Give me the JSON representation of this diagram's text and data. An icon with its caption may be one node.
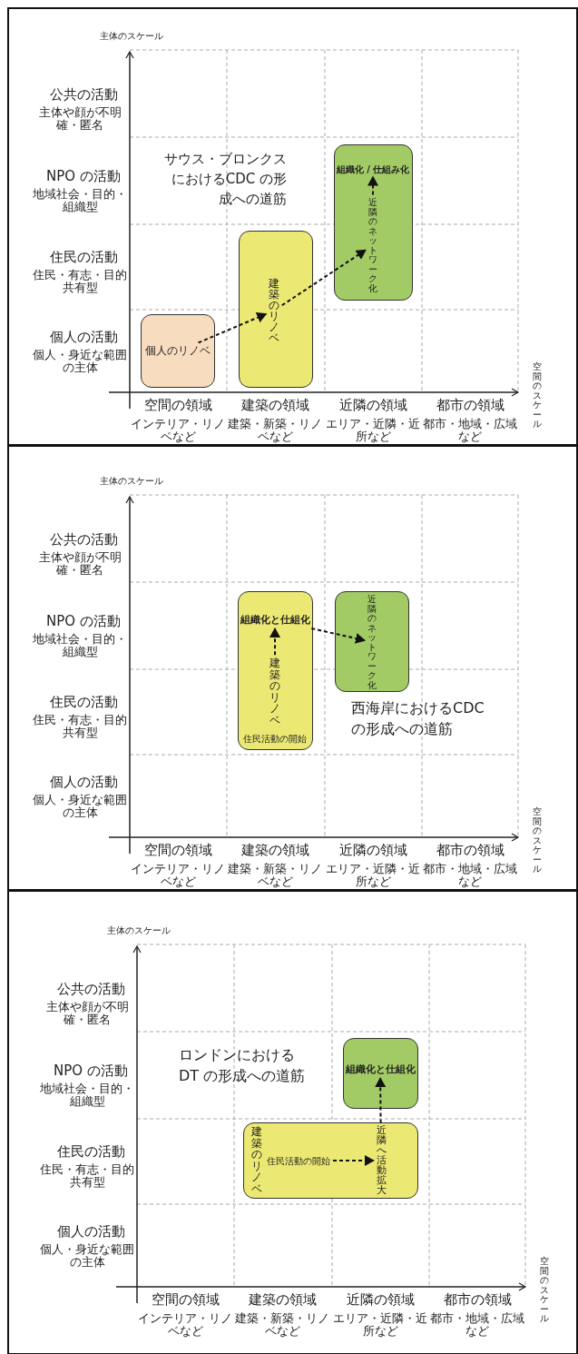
{
  "diagram": {
    "nodes": [
      {
        "text": [],
        "shape": "box"
      },
      {
        "text": [
          "個人のリノベ"
        ],
        "in": 0
      },
      {
        "text": [],
        "shape": "box"
      },
      {
        "text": [
          "建築のリノベ"
        ],
        "in": 2
      },
      {
        "text": [],
        "shape": "box"
      },
      {
        "text": [
          "組織化 / 仕組み化"
        ],
        "in": 4
      },
      {
        "text": [
          "近隣のネットワーク化"
        ],
        "in": 4
      },
      {
        "text": [],
        "shape": "box"
      },
      {
        "text": [
          "組織化と仕組化"
        ],
        "in": 7
      },
      {
        "text": [
          "建築のリノベ"
        ],
        "in": 7
      },
      {
        "text": [
          "住民活動の開始"
        ],
        "in": 7
      },
      {
        "text": [],
        "shape": "box"
      },
      {
        "text": [
          "近隣のネットワーク化"
        ],
        "in": 11
      },
      {
        "text": [],
        "shape": "box"
      },
      {
        "text": [
          "建築のリノベ"
        ],
        "in": 13
      },
      {
        "text": [
          "住民活動の開始"
        ],
        "in": 13
      },
      {
        "text": [
          "近隣へ活動拡大"
        ],
        "in": 13
      },
      {
        "text": [],
        "shape": "box"
      },
      {
        "text": [
          "組織化と仕組化"
        ],
        "in": 17
      }
    ],
    "edges": [
      {
        "from": 1,
        "to": 3,
        "arrow": "to",
        "style": "dashed"
      },
      {
        "from": 3,
        "to": 6,
        "arrow": "to",
        "style": "dashed"
      },
      {
        "from": 6,
        "to": 5,
        "arrow": "to",
        "style": "dashed"
      },
      {
        "from": 9,
        "to": 8,
        "arrow": "to",
        "style": "dashed"
      },
      {
        "from": 8,
        "to": 12,
        "arrow": "to",
        "style": "dashed"
      },
      {
        "from": 15,
        "to": 16,
        "arrow": "to",
        "style": "dashed"
      },
      {
        "from": 16,
        "to": 18,
        "arrow": "to",
        "style": "dashed"
      }
    ],
    "labels": [
      "主体のスケール",
      "公共の活動",
      "主体や顔が不明確・匿名",
      "NPO の活動",
      "地域社会・目的・組織型",
      "住民の活動",
      "住民・有志・目的共有型",
      "個人の活動",
      "個人・身近な範囲の主体",
      "サウス・ブロンクスにおけるCDC の形成への道筋",
      "空間のスケール",
      "空間の領域",
      "インテリア・リノベなど",
      "建築の領域",
      "建築・新築・リノベなど",
      "近隣の領域",
      "エリア・近隣・近所など",
      "都市の領域",
      "都市・地域・広域など",
      "主体のスケール",
      "公共の活動",
      "主体や顔が不明確・匿名",
      "NPO の活動",
      "地域社会・目的・組織型",
      "住民の活動",
      "住民・有志・目的共有型",
      "個人の活動",
      "個人・身近な範囲の主体",
      "西海岸におけるCDC の形成への道筋",
      "空間のスケール",
      "空間の領域",
      "インテリア・リノベなど",
      "建築の領域",
      "建築・新築・リノベなど",
      "近隣の領域",
      "エリア・近隣・近所など",
      "都市の領域",
      "都市・地域・広域など",
      "主体のスケール",
      "公共の活動",
      "主体や顔が不明確・匿名",
      "NPO の活動",
      "地域社会・目的・組織型",
      "住民の活動",
      "住民・有志・目的共有型",
      "個人の活動",
      "個人・身近な範囲の主体",
      "ロンドンにおけるDT の形成への道筋",
      "空間のスケール",
      "空間の領域",
      "インテリア・リノベなど",
      "建築の領域",
      "建築・新築・リノベなど",
      "近隣の領域",
      "エリア・近隣・近所など",
      "都市の領域",
      "都市・地域・広域など"
    ]
  }
}
